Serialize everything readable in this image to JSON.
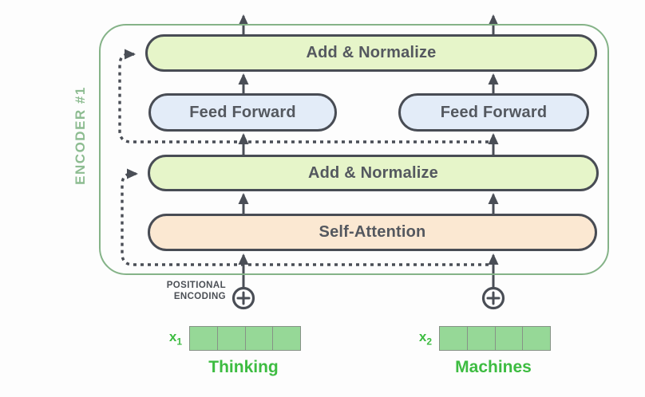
{
  "diagram": {
    "encoder_label": "ENCODER #1",
    "layers": {
      "add_normalize_top": "Add & Normalize",
      "feed_forward_left": "Feed Forward",
      "feed_forward_right": "Feed Forward",
      "add_normalize_mid": "Add & Normalize",
      "self_attention": "Self-Attention"
    },
    "positional_encoding": {
      "line1": "POSITIONAL",
      "line2": "ENCODING"
    },
    "tokens": [
      {
        "label": "x",
        "sub": "1",
        "word": "Thinking",
        "cells": 4
      },
      {
        "label": "x",
        "sub": "2",
        "word": "Machines",
        "cells": 4
      }
    ],
    "colors": {
      "container_border": "#85b388",
      "encoder_label": "#8dbc91",
      "pill_border": "#484c54",
      "pill_text": "#54585f",
      "add_normalize_fill": "#e6f5c9",
      "feed_forward_fill": "#e3ecf8",
      "self_attention_fill": "#fbe8d2",
      "arrow": "#4a4e56",
      "vector_fill": "#96d897",
      "vector_border": "#879287",
      "token_text": "#3dbc41",
      "pos_encoding_text": "#4b4f55"
    }
  }
}
